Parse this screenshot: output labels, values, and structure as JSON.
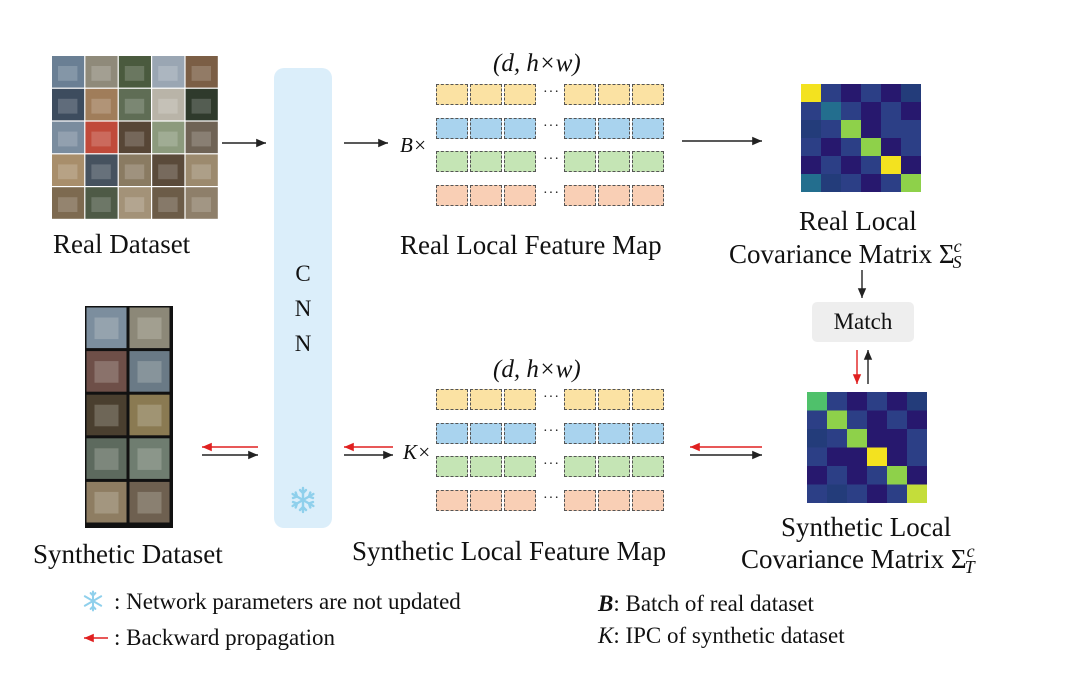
{
  "labels": {
    "real_dataset": "Real Dataset",
    "synthetic_dataset": "Synthetic Dataset",
    "real_feature_map": "Real Local Feature Map",
    "synthetic_feature_map": "Synthetic Local Feature Map",
    "real_cov_line1": "Real Local",
    "real_cov_line2": "Covariance Matrix Σ",
    "real_cov_sub": "S",
    "real_cov_sup": "c",
    "syn_cov_line1": "Synthetic Local",
    "syn_cov_line2": "Covariance Matrix Σ",
    "syn_cov_sub": "T",
    "syn_cov_sup": "c",
    "dims_top": "(d, h×w)",
    "dims_bottom": "(d, h×w)",
    "batch_mult": "B×",
    "ipc_mult": "K×",
    "cnn_letters": [
      "C",
      "N",
      "N"
    ],
    "match": "Match",
    "ellipsis": "···"
  },
  "legend": {
    "frozen": ": Network parameters are not updated",
    "backward": ": Backward propagation",
    "b_symbol": "B",
    "b_text": ": Batch of real dataset",
    "k_symbol": "K",
    "k_text": ": IPC of synthetic dataset"
  },
  "colors": {
    "row_colors": [
      "#fbe2a3",
      "#a9d3ee",
      "#c5e5b5",
      "#f9cfb5"
    ],
    "cnn_fill": "#dbeefa",
    "snowflake": "#8fd0ec",
    "backward_arrow": "#e02020",
    "forward_arrow": "#222222"
  },
  "icons": {
    "snowflake": "snowflake-icon",
    "backward_arrow": "red-left-arrow-icon"
  }
}
